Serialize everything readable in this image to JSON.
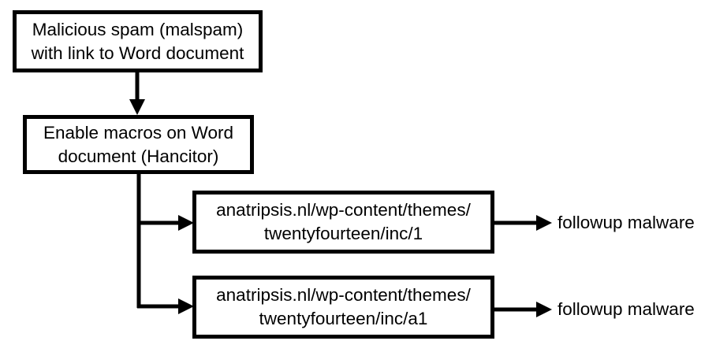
{
  "nodes": {
    "malspam": {
      "line1": "Malicious spam (malspam)",
      "line2": "with link to Word document"
    },
    "macros": {
      "line1": "Enable macros on Word",
      "line2": "document (Hancitor)"
    },
    "url1": {
      "line1": "anatripsis.nl/wp-content/themes/",
      "line2": "twentyfourteen/inc/1"
    },
    "url2": {
      "line1": "anatripsis.nl/wp-content/themes/",
      "line2": "twentyfourteen/inc/a1"
    },
    "outcome1": "followup malware",
    "outcome2": "followup malware"
  },
  "edges": [
    {
      "from": "malspam",
      "to": "macros"
    },
    {
      "from": "macros",
      "to": "url1"
    },
    {
      "from": "macros",
      "to": "url2"
    },
    {
      "from": "url1",
      "to": "outcome1"
    },
    {
      "from": "url2",
      "to": "outcome2"
    }
  ],
  "colors": {
    "stroke": "#000000",
    "background": "#ffffff"
  }
}
